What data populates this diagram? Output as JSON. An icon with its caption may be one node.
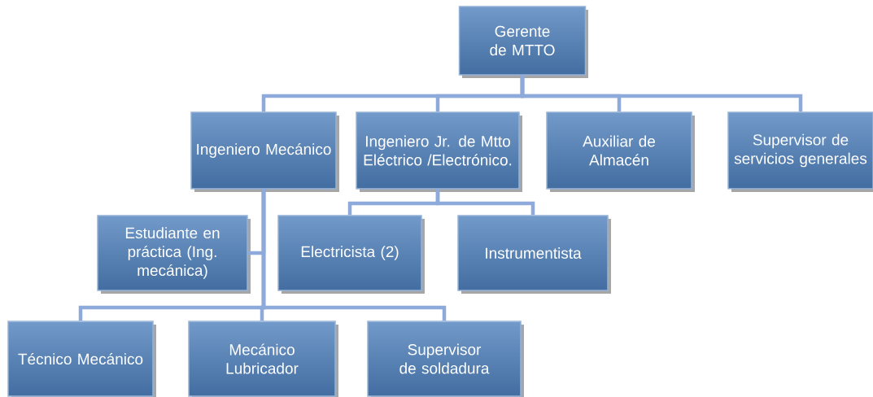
{
  "diagram": {
    "nodes": [
      {
        "text": [
          "Gerente de MTTO"
        ]
      },
      {
        "text": [
          "Ingeniero Mecánico"
        ]
      },
      {
        "text": [
          "Ingeniero Jr. de Mtto Eléctrico /Electrónico."
        ]
      },
      {
        "text": [
          "Auxiliar de Almacén"
        ]
      },
      {
        "text": [
          "Supervisor de servicios generales"
        ]
      },
      {
        "text": [
          "Estudiante en práctica (Ing. mecánica)"
        ]
      },
      {
        "text": [
          "Electricista (2)"
        ]
      },
      {
        "text": [
          "Instrumentista"
        ]
      },
      {
        "text": [
          "Técnico Mecánico"
        ]
      },
      {
        "text": [
          "Mecánico Lubricador"
        ]
      },
      {
        "text": [
          "Supervisor de soldadura"
        ]
      }
    ],
    "edges": [
      {
        "from": 0,
        "to": 1,
        "arrow": "none"
      },
      {
        "from": 0,
        "to": 2,
        "arrow": "none"
      },
      {
        "from": 0,
        "to": 3,
        "arrow": "none"
      },
      {
        "from": 0,
        "to": 4,
        "arrow": "none"
      },
      {
        "from": 1,
        "to": 5,
        "arrow": "none"
      },
      {
        "from": 1,
        "to": 8,
        "arrow": "none"
      },
      {
        "from": 1,
        "to": 9,
        "arrow": "none"
      },
      {
        "from": 1,
        "to": 10,
        "arrow": "none"
      },
      {
        "from": 2,
        "to": 6,
        "arrow": "none"
      },
      {
        "from": 2,
        "to": 7,
        "arrow": "none"
      }
    ]
  }
}
